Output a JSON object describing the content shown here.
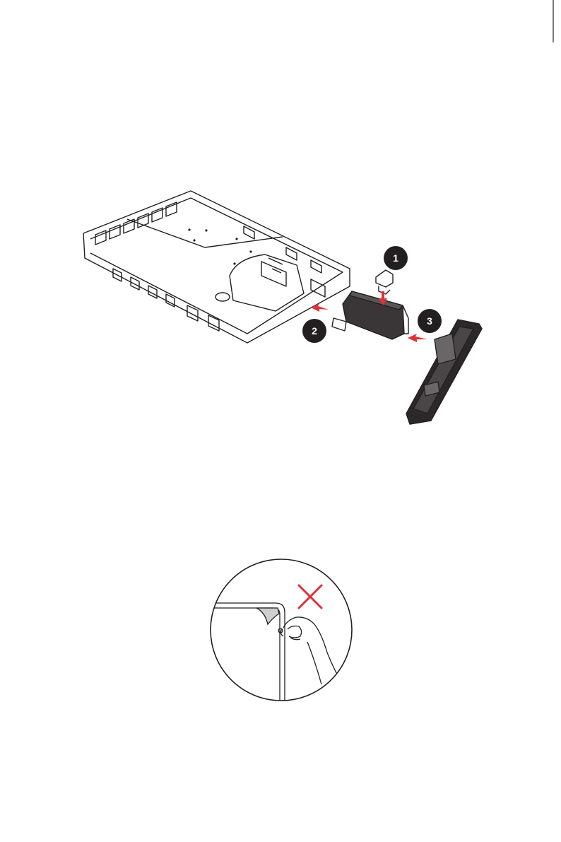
{
  "colors": {
    "accent_red": "#e03038",
    "line": "#231f20",
    "callout_fill": "#231f20"
  },
  "assembly_figure": {
    "steps": [
      "1",
      "2",
      "3"
    ],
    "icons": [
      "monitor-back-panel",
      "cover-piece",
      "stand-arm",
      "stand-base",
      "arrow-icon"
    ]
  },
  "warning_figure": {
    "icons": [
      "cross-mark-icon",
      "hand-peeling-film",
      "screen-corner"
    ]
  }
}
